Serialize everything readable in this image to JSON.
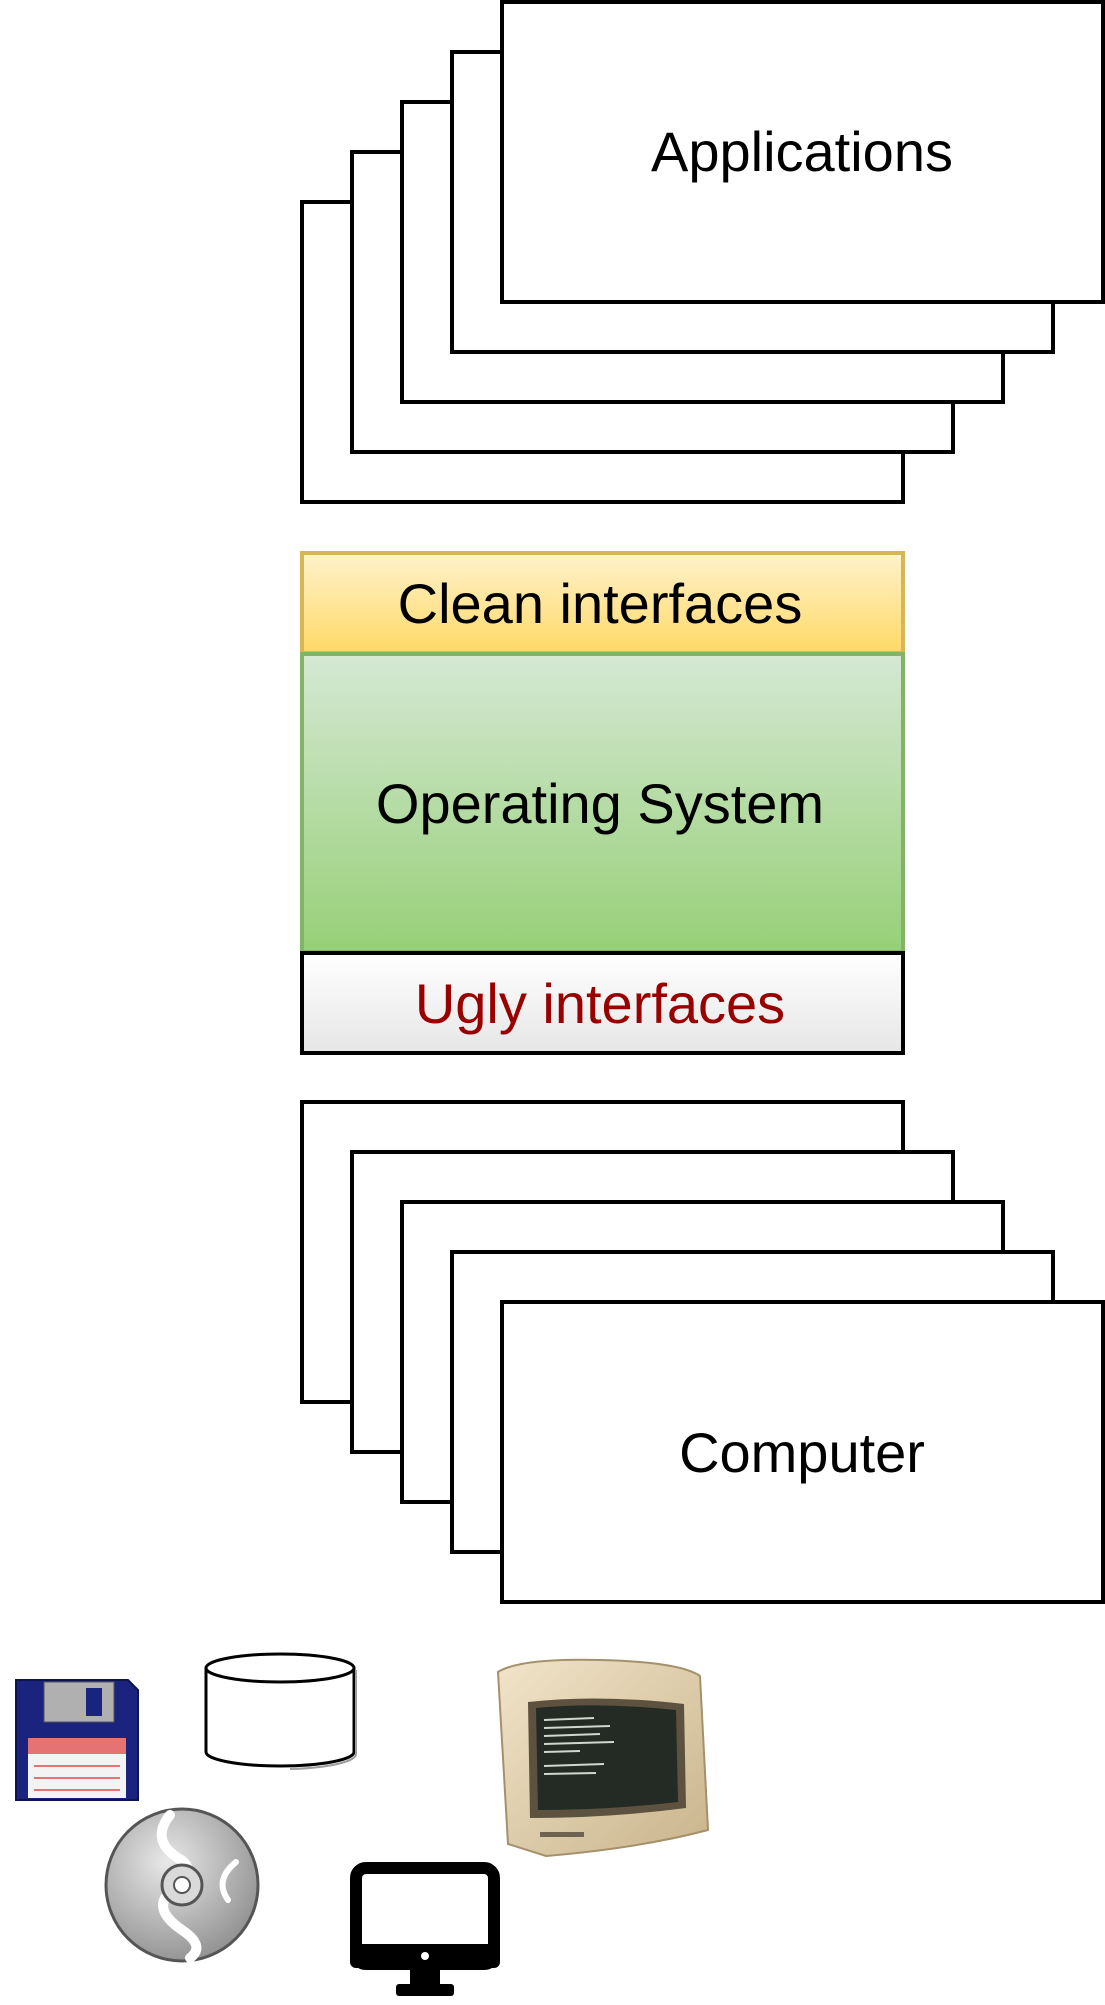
{
  "diagram": {
    "applications_label": "Applications",
    "clean_interfaces_label": "Clean interfaces",
    "operating_system_label": "Operating System",
    "ugly_interfaces_label": "Ugly interfaces",
    "computer_label": "Computer"
  },
  "colors": {
    "stroke": "#000000",
    "clean_top": "#fff2cc",
    "clean_bottom": "#ffd966",
    "clean_border": "#d6b656",
    "os_top": "#d5e8d4",
    "os_bottom": "#97d077",
    "os_border": "#82b366",
    "ugly_top": "#ffffff",
    "ugly_bottom": "#e6e6e6",
    "ugly_text": "#990000"
  },
  "icons": [
    "floppy-disk-icon",
    "database-cylinder-icon",
    "crt-monitor-icon",
    "cd-disc-icon",
    "desktop-monitor-icon"
  ]
}
